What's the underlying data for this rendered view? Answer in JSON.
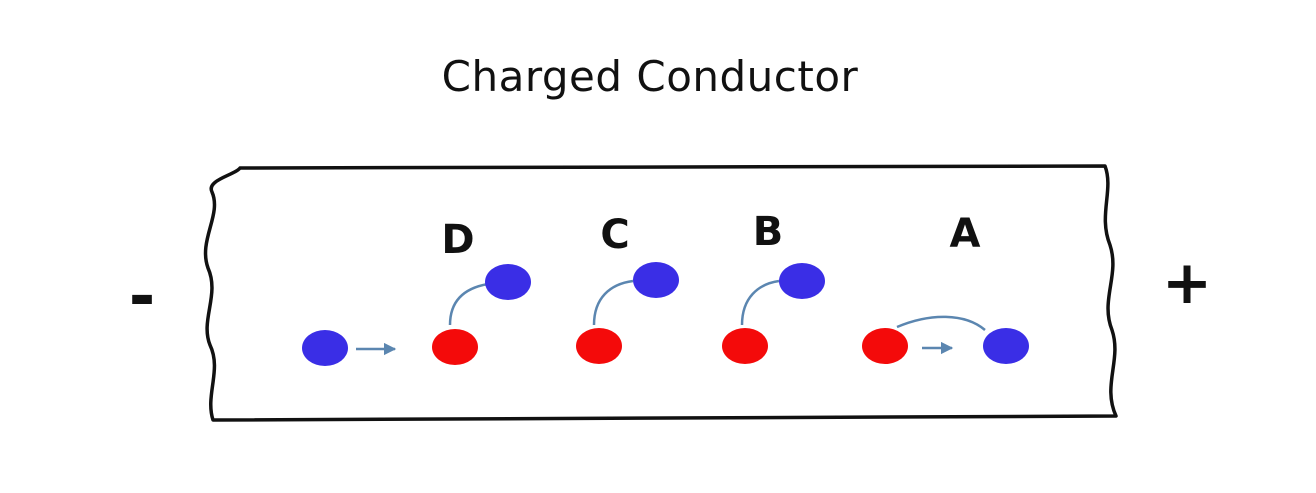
{
  "title": "Charged Conductor",
  "signs": {
    "negative": "-",
    "positive": "+"
  },
  "sites": [
    {
      "label": "D"
    },
    {
      "label": "C"
    },
    {
      "label": "B"
    },
    {
      "label": "A"
    }
  ],
  "colors": {
    "electron": "#3a2ee6",
    "ion": "#f40a0a",
    "arrow": "#5b86b0",
    "outline": "#111111"
  }
}
